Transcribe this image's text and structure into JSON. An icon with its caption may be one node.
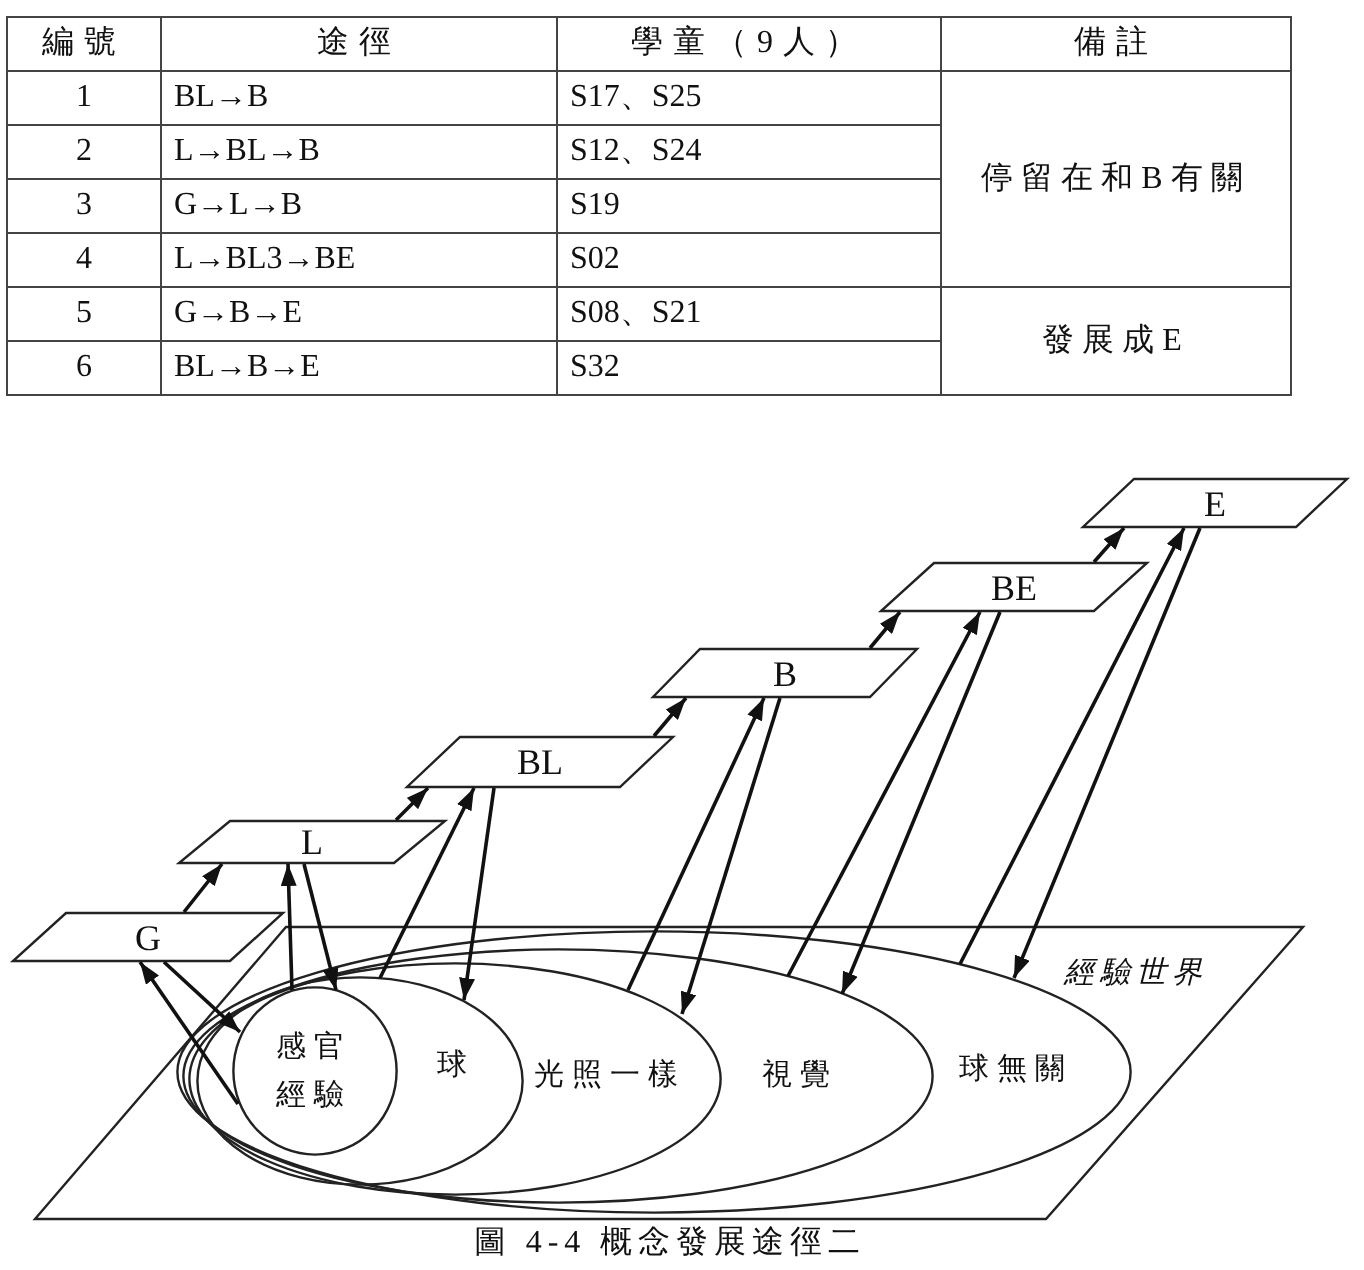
{
  "diagram": {
    "caption": "圖 4-4 概念發展途徑二",
    "nodes": [
      {
        "text": [
          "G"
        ]
      },
      {
        "text": [
          "L"
        ]
      },
      {
        "text": [
          "BL"
        ]
      },
      {
        "text": [
          "B"
        ]
      },
      {
        "text": [
          "BE"
        ]
      },
      {
        "text": [
          "E"
        ]
      },
      {
        "text": [
          "經驗世界"
        ]
      },
      {
        "text": [
          "球無關"
        ],
        "in": 6
      },
      {
        "text": [
          "視覺"
        ],
        "in": 7
      },
      {
        "text": [
          "光照一樣"
        ],
        "in": 8
      },
      {
        "text": [
          "球"
        ],
        "in": 9
      },
      {
        "text": [
          "感官經驗"
        ],
        "in": 10
      }
    ],
    "edges": [
      {
        "from": 0,
        "to": 1,
        "arrow": "to"
      },
      {
        "from": 1,
        "to": 2,
        "arrow": "to"
      },
      {
        "from": 2,
        "to": 3,
        "arrow": "to"
      },
      {
        "from": 3,
        "to": 4,
        "arrow": "to"
      },
      {
        "from": 4,
        "to": 5,
        "arrow": "to"
      },
      {
        "from": 0,
        "to": 11,
        "arrow": "to"
      },
      {
        "from": 11,
        "to": 0,
        "arrow": "to"
      },
      {
        "from": 11,
        "to": 1,
        "arrow": "to"
      },
      {
        "from": 1,
        "to": 11,
        "arrow": "to"
      },
      {
        "from": 10,
        "to": 2,
        "arrow": "to"
      },
      {
        "from": 2,
        "to": 10,
        "arrow": "to"
      },
      {
        "from": 9,
        "to": 3,
        "arrow": "to"
      },
      {
        "from": 3,
        "to": 9,
        "arrow": "to"
      },
      {
        "from": 8,
        "to": 4,
        "arrow": "to"
      },
      {
        "from": 4,
        "to": 8,
        "arrow": "to"
      },
      {
        "from": 7,
        "to": 5,
        "arrow": "to"
      },
      {
        "from": 5,
        "to": 7,
        "arrow": "to"
      }
    ],
    "labels": [
      "編號",
      "途徑",
      "學童（9人）",
      "備註",
      "1",
      "BL→B",
      "S17、S25",
      "停留在和B有關",
      "2",
      "L→BL→B",
      "S12、S24",
      "3",
      "G→L→B",
      "S19",
      "4",
      "L→BL3→BE",
      "S02",
      "5",
      "G→B→E",
      "S08、S21",
      "發展成E",
      "6",
      "BL→B→E",
      "S32"
    ]
  }
}
